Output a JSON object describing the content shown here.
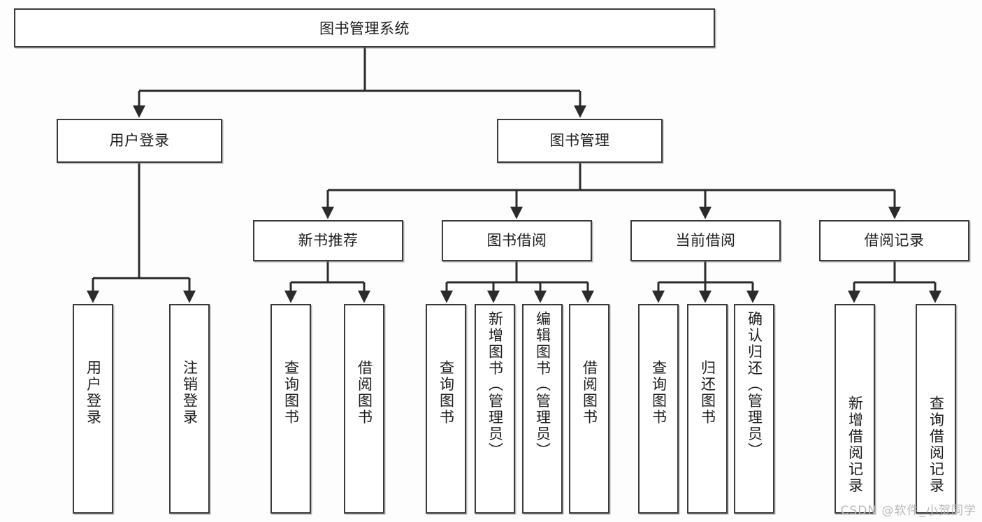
{
  "diagram": {
    "type": "tree-hierarchy-chart",
    "title": "图书管理系统",
    "root": {
      "label": "图书管理系统"
    },
    "level2": [
      {
        "id": "user-login",
        "label": "用户登录"
      },
      {
        "id": "book-management",
        "label": "图书管理"
      }
    ],
    "level3": [
      {
        "id": "new-book-recommend",
        "label": "新书推荐",
        "parent": "book-management"
      },
      {
        "id": "book-borrow",
        "label": "图书借阅",
        "parent": "book-management"
      },
      {
        "id": "current-borrow",
        "label": "当前借阅",
        "parent": "book-management"
      },
      {
        "id": "borrow-record",
        "label": "借阅记录",
        "parent": "book-management"
      }
    ],
    "leaves": [
      {
        "id": "leaf-user-login",
        "label": "用户登录",
        "parent": "user-login"
      },
      {
        "id": "leaf-logout",
        "label": "注销登录",
        "parent": "user-login"
      },
      {
        "id": "leaf-query-book-1",
        "label": "查询图书",
        "parent": "new-book-recommend"
      },
      {
        "id": "leaf-borrow-book-1",
        "label": "借阅图书",
        "parent": "new-book-recommend"
      },
      {
        "id": "leaf-query-book-2",
        "label": "查询图书",
        "parent": "book-borrow"
      },
      {
        "id": "leaf-add-book",
        "label": "新增图书（管理员）",
        "parent": "book-borrow"
      },
      {
        "id": "leaf-edit-book",
        "label": "编辑图书（管理员）",
        "parent": "book-borrow"
      },
      {
        "id": "leaf-borrow-book-2",
        "label": "借阅图书",
        "parent": "book-borrow"
      },
      {
        "id": "leaf-query-book-3",
        "label": "查询图书",
        "parent": "current-borrow"
      },
      {
        "id": "leaf-return-book",
        "label": "归还图书",
        "parent": "current-borrow"
      },
      {
        "id": "leaf-confirm-return",
        "label": "确认归还（管理员）",
        "parent": "current-borrow"
      },
      {
        "id": "leaf-add-record",
        "label": "新增借阅记录",
        "parent": "borrow-record"
      },
      {
        "id": "leaf-query-record",
        "label": "查询借阅记录",
        "parent": "borrow-record"
      }
    ],
    "colors": {
      "box_border": "#3a3a3a",
      "box_fill": "#ffffff",
      "connector": "#2b2b2b",
      "text": "#1c1c1c",
      "watermark": "#b9b9b9",
      "background": "#fdfdfd"
    }
  },
  "watermark": {
    "text": "CSDN @软件_小贺同学"
  }
}
